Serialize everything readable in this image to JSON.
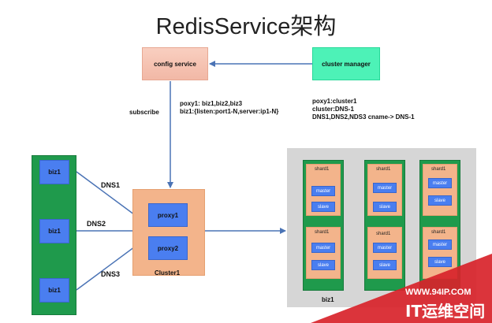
{
  "title": "RedisService架构",
  "config_service": "config service",
  "cluster_manager": "cluster manager",
  "subscribe": "subscribe",
  "proxy_mapping": [
    "poxy1: biz1,biz2,biz3",
    "biz1:{listen:port1-N,server:ip1-N}"
  ],
  "cluster_mapping": [
    "poxy1:cluster1",
    "cluster:DNS-1",
    "DNS1,DNS2,NDS3 cname-> DNS-1"
  ],
  "biz_label": "biz1",
  "dns_labels": [
    "DNS1",
    "DNS2",
    "DNS3"
  ],
  "proxy_labels": [
    "proxy1",
    "proxy2"
  ],
  "cluster_label": "Cluster1",
  "shard_label": "shard1",
  "master_label": "master",
  "slave_label": "slave",
  "region_label": "biz1",
  "watermark": {
    "url": "WWW.94IP.COM",
    "text": "IT运维空间"
  },
  "colors": {
    "green": "#1f9a4c",
    "blue": "#4a7ef0",
    "orange": "#f3b48b",
    "teal": "#4df2b7",
    "arrow": "#4a73b5"
  }
}
